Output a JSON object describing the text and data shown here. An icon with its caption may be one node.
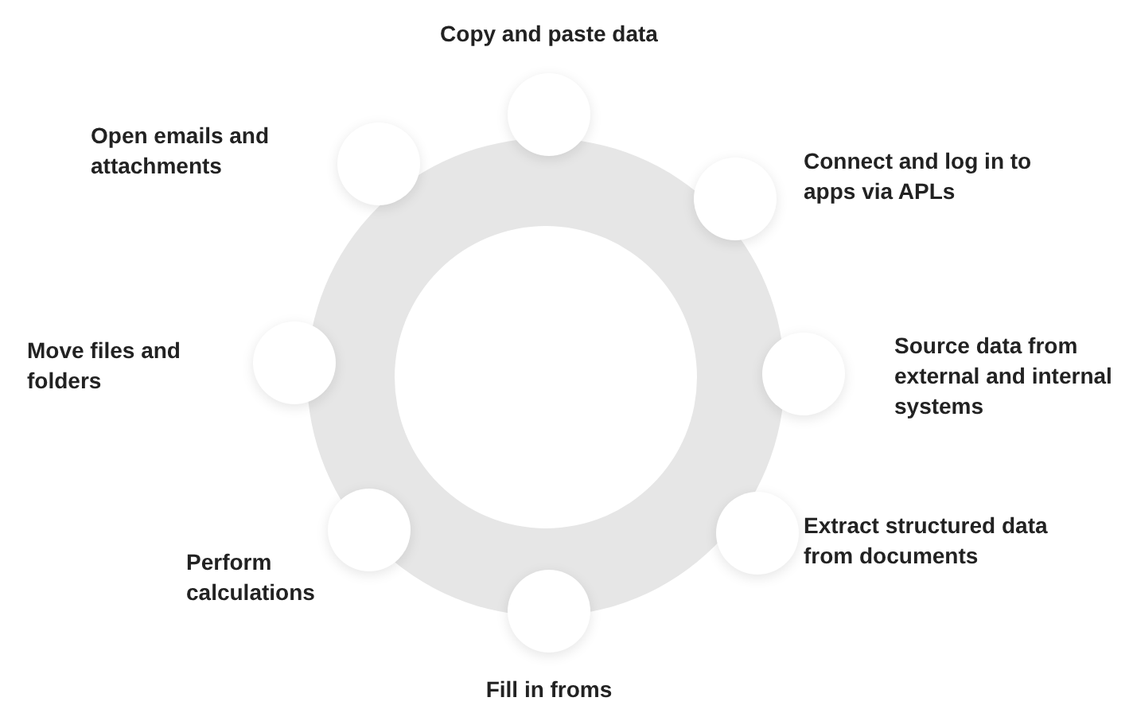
{
  "diagram": {
    "nodes": [
      {
        "text": [
          "Copy and paste data"
        ]
      },
      {
        "text": [
          "Open emails and attachments"
        ]
      },
      {
        "text": [
          "Connect and log in to apps via APLs"
        ]
      },
      {
        "text": [
          "Move files and folders"
        ]
      },
      {
        "text": [
          "Source data from external and internal systems"
        ]
      },
      {
        "text": [
          "Perform calculations"
        ]
      },
      {
        "text": [
          "Extract structured data from documents"
        ]
      },
      {
        "text": [
          "Fill in froms"
        ]
      }
    ]
  }
}
